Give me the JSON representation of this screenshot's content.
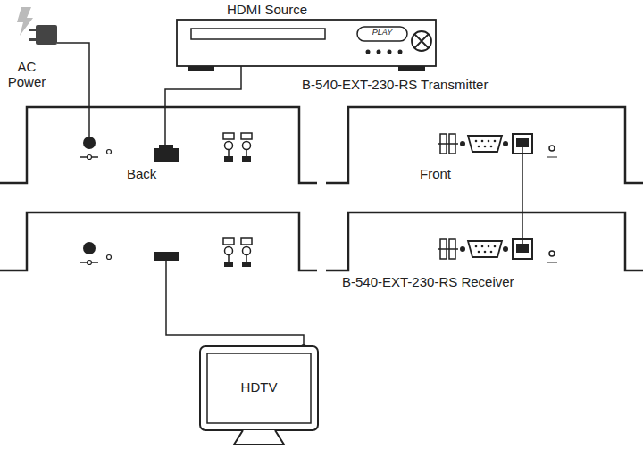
{
  "diagram": {
    "nodes": [
      {
        "text": [
          "HDMI Source"
        ]
      },
      {
        "text": [
          "AC Power"
        ]
      },
      {
        "text": [
          "Back"
        ]
      },
      {
        "text": [
          "B-540-EXT-230-RS Transmitter",
          "Front"
        ]
      },
      {
        "text": [
          "B-540-EXT-230-RS Receiver"
        ]
      },
      {
        "text": [
          "HDTV"
        ]
      }
    ],
    "edges": [
      {
        "from": 1,
        "to": 2,
        "arrow": "none"
      },
      {
        "from": 0,
        "to": 2,
        "arrow": "none"
      },
      {
        "from": 3,
        "to": 4,
        "arrow": "none"
      }
    ],
    "labels": [
      "PLAY"
    ]
  }
}
